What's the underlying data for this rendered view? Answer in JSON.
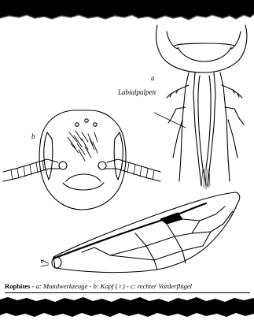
{
  "labels": {
    "a": "a",
    "b": "b",
    "c": "c",
    "palp": "Labialpalpen"
  },
  "caption": {
    "genus": "Rophites",
    "dash1": " - ",
    "part_a": "a: Mundwerkzeuge - b: Kopf (♀) - c: rechter Vorderflügel"
  }
}
